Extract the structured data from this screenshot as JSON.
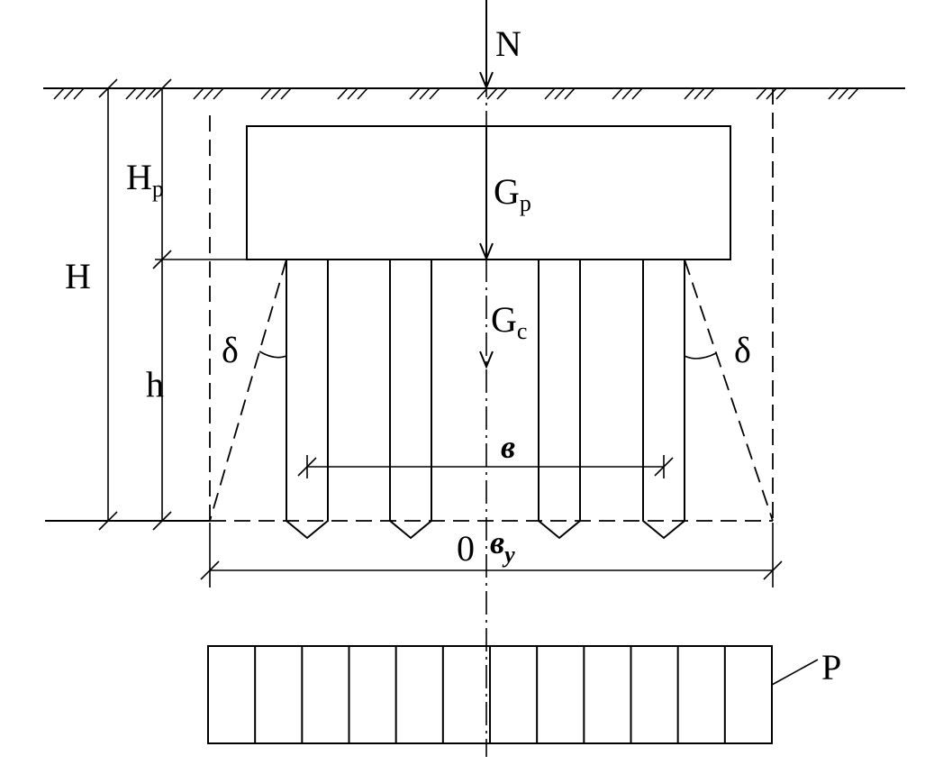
{
  "labels": {
    "load": "N",
    "cap_weight": "G",
    "cap_weight_sub": "p",
    "piles_weight": "G",
    "piles_weight_sub": "c",
    "cap_depth": "H",
    "cap_depth_sub": "p",
    "total_depth": "H",
    "pile_length": "h",
    "angle_left": "δ",
    "angle_right": "δ",
    "pile_spacing": "в",
    "origin": "0",
    "base_width": "в",
    "base_width_sub": "y",
    "pressure": "P"
  },
  "pressure_diagram": {
    "strips": 12
  },
  "pile_count": 4
}
